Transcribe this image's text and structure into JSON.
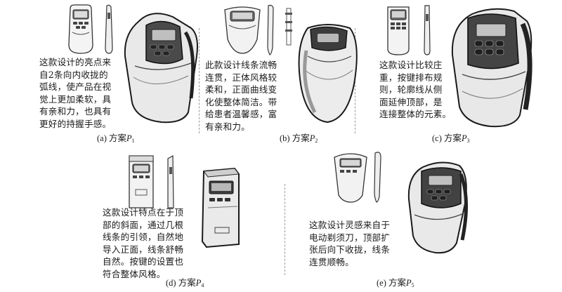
{
  "panels": [
    {
      "caption_label": "(a) 方案",
      "caption_var": "P",
      "caption_sub": "1",
      "description": "这款设计的亮点来\n自2条向内收拢的\n弧线，使产品在视\n觉上更加柔软，具\n有亲和力，也具有\n更好的持握手感。"
    },
    {
      "caption_label": "(b) 方案",
      "caption_var": "P",
      "caption_sub": "2",
      "description": "此款设计线条流畅\n连贯，正体风格较\n柔和，正面曲线变\n化使整体简洁。带\n给患者温馨感，富\n有亲和力。"
    },
    {
      "caption_label": "(c) 方案",
      "caption_var": "P",
      "caption_sub": "3",
      "description": "这款设计比较庄\n重，按键排布规\n则，轮廓线从侧\n面延伸顶部，是\n连接整体的元素。"
    },
    {
      "caption_label": "(d) 方案",
      "caption_var": "P",
      "caption_sub": "4",
      "description": "这款设计特点在于顶\n部的斜面，通过几根\n线条的引领，自然地\n导入正面，线条舒畅\n自然。按键的设置也\n符合整体风格。"
    },
    {
      "caption_label": "(e) 方案",
      "caption_var": "P",
      "caption_sub": "5",
      "description": "这款设计灵感来自于\n电动剃须刀，顶部扩\n张后向下收拢，线条\n连贯顺畅。"
    }
  ]
}
